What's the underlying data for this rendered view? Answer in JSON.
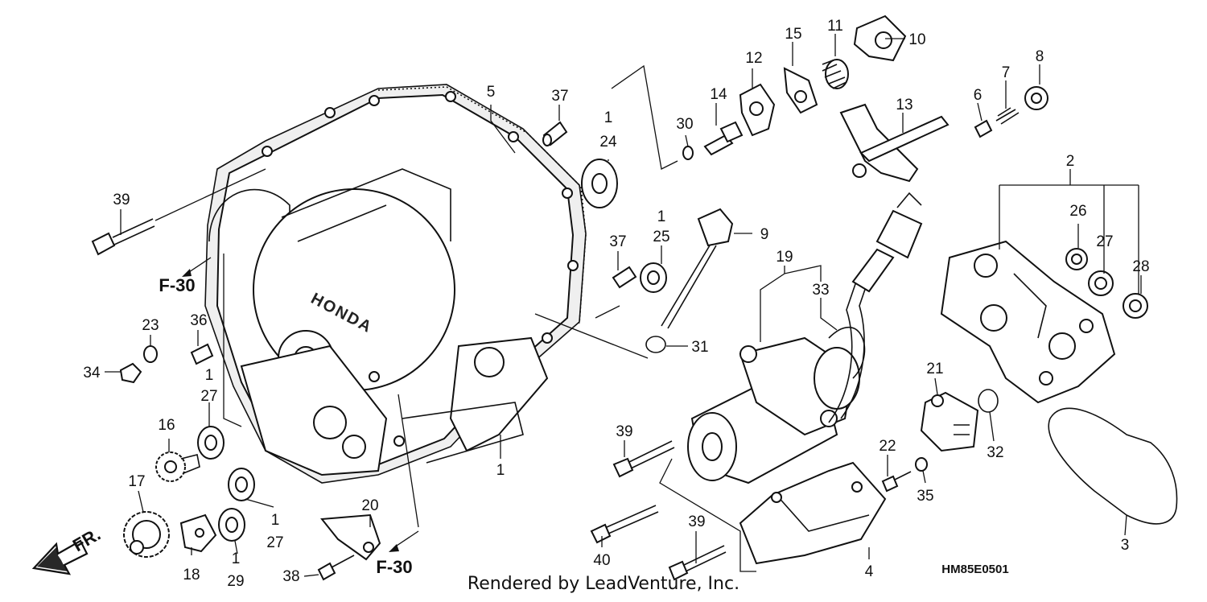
{
  "callouts": [
    {
      "id": "c5",
      "text": "5"
    },
    {
      "id": "c37a",
      "text": "37"
    },
    {
      "id": "c1a",
      "text": "1"
    },
    {
      "id": "c24",
      "text": "24"
    },
    {
      "id": "c30",
      "text": "30"
    },
    {
      "id": "c14",
      "text": "14"
    },
    {
      "id": "c12",
      "text": "12"
    },
    {
      "id": "c15",
      "text": "15"
    },
    {
      "id": "c11",
      "text": "11"
    },
    {
      "id": "c10",
      "text": "10"
    },
    {
      "id": "c13",
      "text": "13"
    },
    {
      "id": "c6",
      "text": "6"
    },
    {
      "id": "c7",
      "text": "7"
    },
    {
      "id": "c8",
      "text": "8"
    },
    {
      "id": "c2",
      "text": "2"
    },
    {
      "id": "c26",
      "text": "26"
    },
    {
      "id": "c27a",
      "text": "27"
    },
    {
      "id": "c28",
      "text": "28"
    },
    {
      "id": "c39a",
      "text": "39"
    },
    {
      "id": "c37b",
      "text": "37"
    },
    {
      "id": "c1b",
      "text": "1"
    },
    {
      "id": "c25",
      "text": "25"
    },
    {
      "id": "c9",
      "text": "9"
    },
    {
      "id": "c19",
      "text": "19"
    },
    {
      "id": "c33",
      "text": "33"
    },
    {
      "id": "c31",
      "text": "31"
    },
    {
      "id": "c23",
      "text": "23"
    },
    {
      "id": "c36",
      "text": "36"
    },
    {
      "id": "c34",
      "text": "34"
    },
    {
      "id": "c1c",
      "text": "1"
    },
    {
      "id": "c27b",
      "text": "27"
    },
    {
      "id": "c16",
      "text": "16"
    },
    {
      "id": "c17",
      "text": "17"
    },
    {
      "id": "c18",
      "text": "18"
    },
    {
      "id": "c1d",
      "text": "1"
    },
    {
      "id": "c29",
      "text": "29"
    },
    {
      "id": "c1e",
      "text": "1"
    },
    {
      "id": "c27c",
      "text": "27"
    },
    {
      "id": "c20",
      "text": "20"
    },
    {
      "id": "c38",
      "text": "38"
    },
    {
      "id": "c1f",
      "text": "1"
    },
    {
      "id": "c39b",
      "text": "39"
    },
    {
      "id": "c40",
      "text": "40"
    },
    {
      "id": "c39c",
      "text": "39"
    },
    {
      "id": "c4",
      "text": "4"
    },
    {
      "id": "c21",
      "text": "21"
    },
    {
      "id": "c32",
      "text": "32"
    },
    {
      "id": "c22",
      "text": "22"
    },
    {
      "id": "c35",
      "text": "35"
    },
    {
      "id": "c3",
      "text": "3"
    }
  ],
  "section_refs": {
    "f30_top": "F-30",
    "f30_bottom": "F-30"
  },
  "direction_label": "FR.",
  "brand_mark": "HONDA",
  "credit_text": "Rendered by LeadVenture, Inc.",
  "diagram_code": "HM85E0501"
}
